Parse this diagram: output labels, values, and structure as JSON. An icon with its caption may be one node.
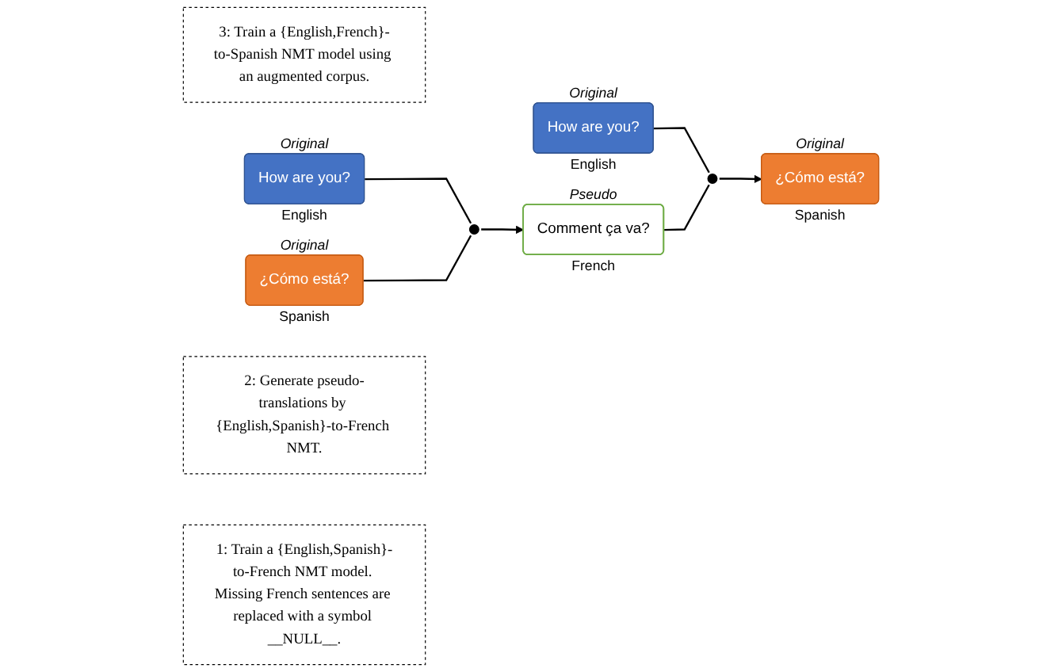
{
  "diagram": {
    "nodes": [
      {
        "text": [
          "3: Train a {English,French}-to-Spanish NMT model using an augmented corpus."
        ]
      },
      {
        "text": [
          "How are you?"
        ],
        "beside": [
          "Original",
          "English"
        ]
      },
      {
        "text": [
          "¿Cómo está?"
        ],
        "beside": [
          "Original",
          "Spanish"
        ]
      },
      {
        "text": [
          "Comment ça va?"
        ],
        "beside": [
          "Pseudo",
          "French"
        ]
      },
      {
        "text": [],
        "shape": "circle"
      },
      {
        "text": [
          "How are you?"
        ],
        "beside": [
          "Original",
          "English"
        ]
      },
      {
        "text": [
          "¿Cómo está?"
        ],
        "beside": [
          "Original",
          "Spanish"
        ]
      },
      {
        "text": [],
        "shape": "circle"
      },
      {
        "text": [
          "2: Generate pseudo-translations by {English,Spanish}-to-French NMT."
        ]
      },
      {
        "text": [
          "1: Train a {English,Spanish}-to-French NMT model. Missing French sentences are replaced with a symbol __NULL__."
        ]
      }
    ],
    "edges": [
      {
        "from": 1,
        "to": 4,
        "arrow": "none"
      },
      {
        "from": 3,
        "to": 4,
        "arrow": "none"
      },
      {
        "from": 4,
        "to": 2,
        "arrow": "to"
      },
      {
        "from": 5,
        "to": 7,
        "arrow": "none"
      },
      {
        "from": 6,
        "to": 7,
        "arrow": "none"
      },
      {
        "from": 7,
        "to": 3,
        "arrow": "to"
      }
    ]
  }
}
